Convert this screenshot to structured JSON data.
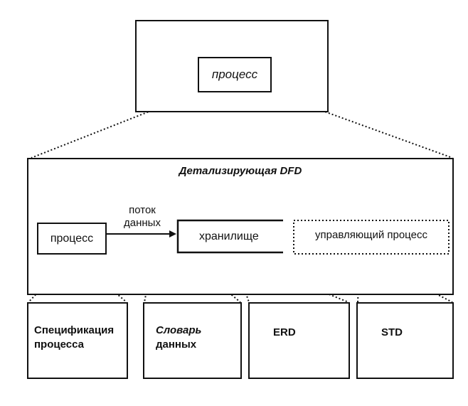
{
  "top_process": "процесс",
  "dfd": {
    "title": "Детализирующая DFD",
    "process": "процесс",
    "flow_line1": "поток",
    "flow_line2": "данных",
    "store": "хранилище",
    "control_process": "управляющий процесс"
  },
  "bottom": {
    "spec_line1": "Спецификация",
    "spec_line2": "процесса",
    "dict_line1": "Словарь",
    "dict_line2": "данных",
    "erd": "ERD",
    "std": "STD"
  }
}
